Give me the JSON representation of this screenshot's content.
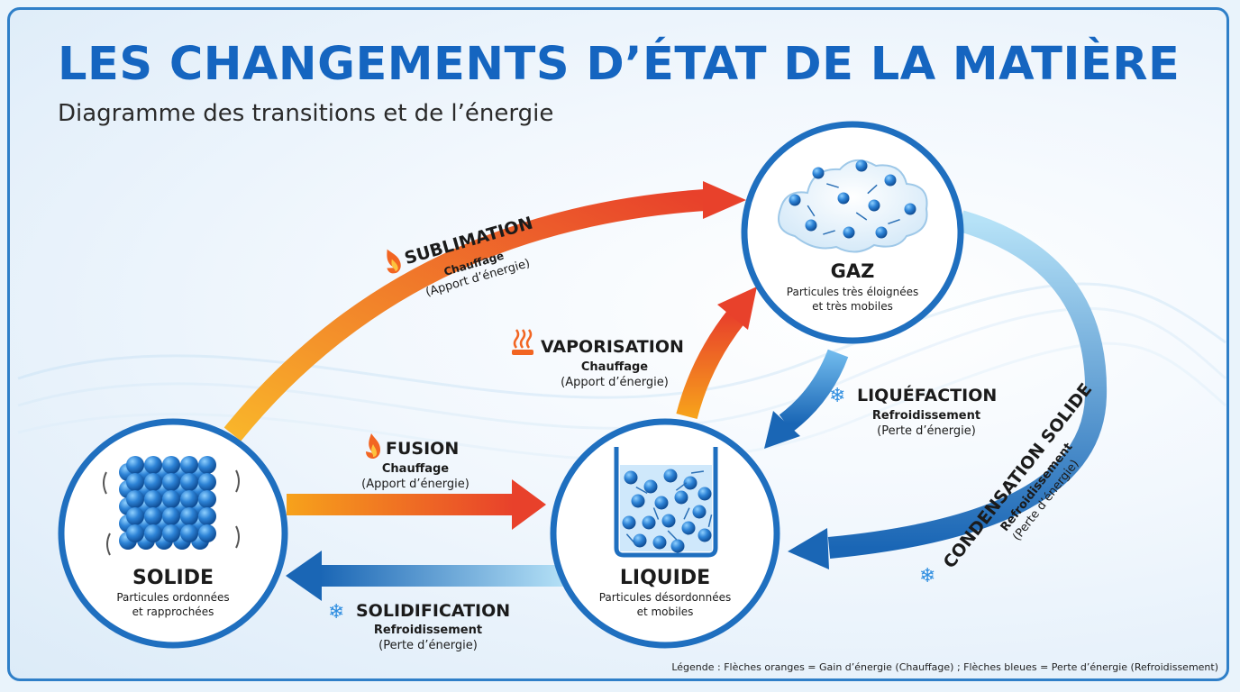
{
  "title": "LES CHANGEMENTS D’ÉTAT DE LA MATIÈRE",
  "subtitle": "Diagramme des transitions et de l’énergie",
  "legend": "Légende : Flèches oranges = Gain d’énergie (Chauffage) ; Flèches bleues = Perte d’énergie (Refroidissement)",
  "states": {
    "solide": {
      "name": "SOLIDE",
      "desc1": "Particules ordonnées",
      "desc2": "et rapprochées"
    },
    "liquide": {
      "name": "LIQUIDE",
      "desc1": "Particules désordonnées",
      "desc2": "et mobiles"
    },
    "gaz": {
      "name": "GAZ",
      "desc1": "Particules très éloignées",
      "desc2": "et très mobiles"
    }
  },
  "transitions": {
    "sublimation": {
      "name": "SUBLIMATION",
      "line1": "Chauffage",
      "line2": "(Apport d’énergie)",
      "icon": "flame-icon"
    },
    "vaporisation": {
      "name": "VAPORISATION",
      "line1": "Chauffage",
      "line2": "(Apport d’énergie)",
      "icon": "heat-icon"
    },
    "fusion": {
      "name": "FUSION",
      "line1": "Chauffage",
      "line2": "(Apport d’énergie)",
      "icon": "flame-icon"
    },
    "liquefaction": {
      "name": "LIQUÉFACTION",
      "line1": "Refroidissement",
      "line2": "(Perte d’énergie)",
      "icon": "snowflake-icon"
    },
    "condensation": {
      "name": "CONDENSATION SOLIDE",
      "line1": "Refroidissement",
      "line2": "(Perte d’énergie)",
      "icon": "snowflake-icon"
    },
    "solidification": {
      "name": "SOLIDIFICATION",
      "line1": "Refroidissement",
      "line2": "(Perte d’énergie)",
      "icon": "snowflake-icon"
    }
  },
  "colors": {
    "title": "#1565c0",
    "circle_border": "#1f6fbf",
    "heat_start": "#f7a21b",
    "heat_end": "#e8412b",
    "cold_start": "#a9dcf5",
    "cold_end": "#1a66b5",
    "particle": "#2a78c9"
  }
}
